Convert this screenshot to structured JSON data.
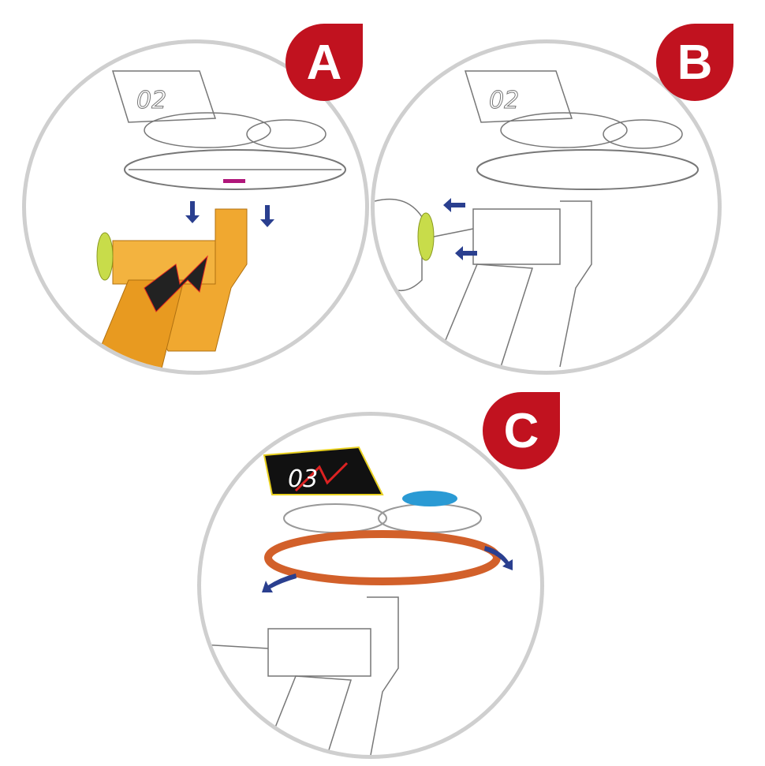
{
  "steps": [
    {
      "label": "A",
      "drone_number": "02"
    },
    {
      "label": "B",
      "drone_number": "02"
    },
    {
      "label": "C",
      "drone_number": "03"
    }
  ],
  "colors": {
    "badge": "#c1121f",
    "launcher_a": "#f0a830",
    "rotor_c": "#d2602a",
    "arrow": "#2a3f8f",
    "trigger": "#c8dc4a"
  }
}
